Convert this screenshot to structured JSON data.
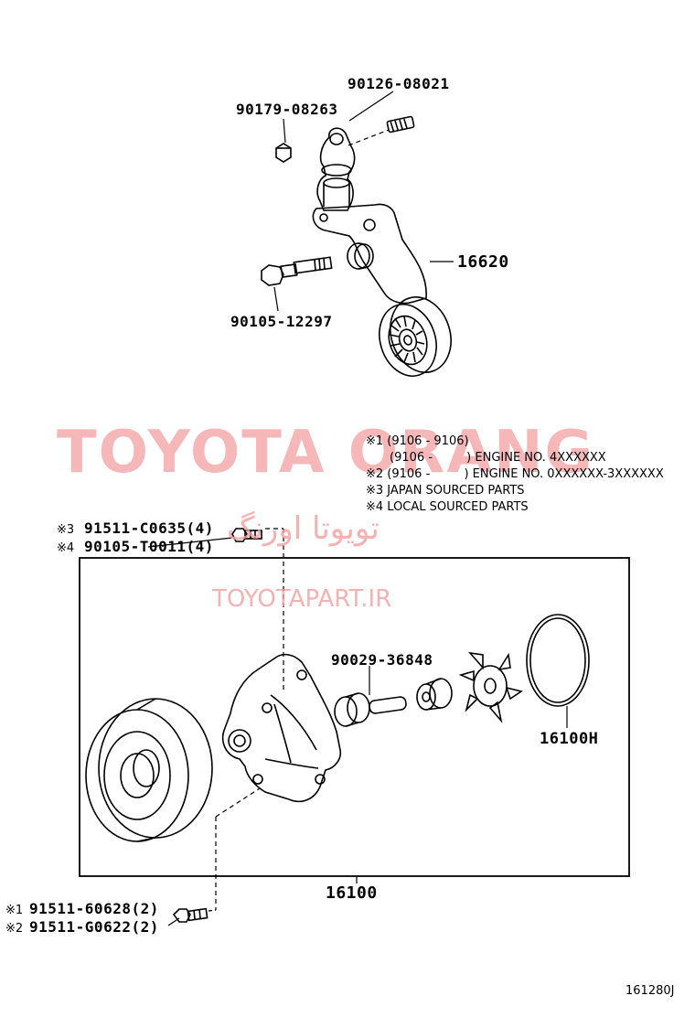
{
  "parts": {
    "p_90126": "90126-08021",
    "p_90179": "90179-08263",
    "p_16620": "16620",
    "p_90105_12297": "90105-12297",
    "p_91511_c0635": "91511-C0635(4)",
    "p_90105_t0011": "90105-T0011(4)",
    "p_90029": "90029-36848",
    "p_16100h": "16100H",
    "p_16100": "16100",
    "p_91511_60628": "91511-60628(2)",
    "p_91511_g0622": "91511-G0622(2)"
  },
  "marks": {
    "m3": "※3",
    "m4": "※4",
    "m1": "※1",
    "m2": "※2"
  },
  "notes": {
    "n1": "※1 (9106 - 9106)",
    "n1b": "(9106 -         ) ENGINE NO. 4XXXXXX",
    "n2": "※2 (9106 -         ) ENGINE NO. 0XXXXXX-3XXXXXX",
    "n3": "※3 JAPAN SOURCED PARTS",
    "n4": "※4 LOCAL SOURCED PARTS"
  },
  "watermark": {
    "brand": "TOYOTA ORANG",
    "persian": "تویوتا اورنگ",
    "site": "TOYOTAPART.IR",
    "color": "#f08a8a"
  },
  "figure_id": "161280J"
}
